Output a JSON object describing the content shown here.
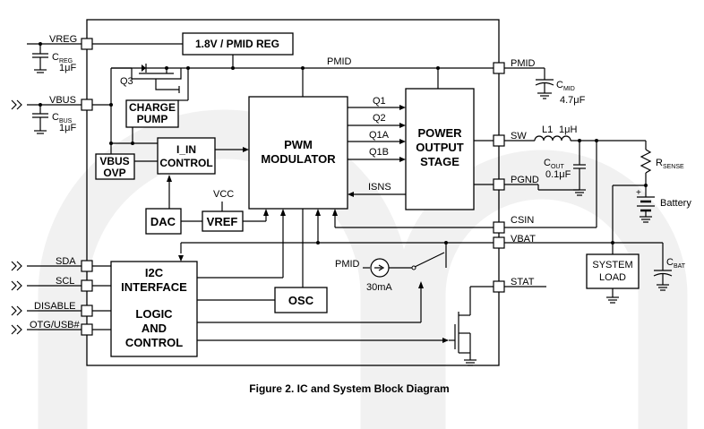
{
  "colors": {
    "line": "#000000",
    "background": "#ffffff",
    "watermark": "#f1f1f1"
  },
  "blocks": {
    "reg": "1.8V / PMID REG",
    "charge_pump_1": "CHARGE",
    "charge_pump_2": "PUMP",
    "vbus_ovp_1": "VBUS",
    "vbus_ovp_2": "OVP",
    "i_in_1": "I_IN",
    "i_in_2": "CONTROL",
    "pwm_1": "PWM",
    "pwm_2": "MODULATOR",
    "power_1": "POWER",
    "power_2": "OUTPUT",
    "power_3": "STAGE",
    "dac": "DAC",
    "vref": "VREF",
    "vcc": "VCC",
    "osc": "OSC",
    "i2c_1": "I2C",
    "i2c_2": "INTERFACE",
    "logic_1": "LOGIC",
    "logic_2": "AND",
    "logic_3": "CONTROL",
    "system_load_1": "SYSTEM",
    "system_load_2": "LOAD",
    "battery": "Battery"
  },
  "pins_left": {
    "vreg": "VREG",
    "vbus": "VBUS",
    "sda": "SDA",
    "scl": "SCL",
    "disable": "DISABLE",
    "otg": "OTG/USB#"
  },
  "pins_right": {
    "pmid": "PMID",
    "sw": "SW",
    "pgnd": "PGND",
    "csin": "CSIN",
    "vbat": "VBAT",
    "stat": "STAT"
  },
  "signals": {
    "pmid_bus": "PMID",
    "q1": "Q1",
    "q2": "Q2",
    "q1a": "Q1A",
    "q1b": "Q1B",
    "isns": "ISNS",
    "q3": "Q3",
    "pmid_src": "PMID",
    "current": "30mA"
  },
  "components": {
    "c_reg": {
      "name": "C",
      "sub": "REG",
      "value": "1μF"
    },
    "c_bus": {
      "name": "C",
      "sub": "BUS",
      "value": "1μF"
    },
    "c_mid": {
      "name": "C",
      "sub": "MID",
      "value": "4.7μF"
    },
    "l1": {
      "name": "L1",
      "value": "1μH"
    },
    "c_out": {
      "name": "C",
      "sub": "OUT",
      "value": "0.1μF"
    },
    "r_sense": {
      "name": "R",
      "sub": "SENSE"
    },
    "c_bat": {
      "name": "C",
      "sub": "BAT"
    }
  },
  "caption": "Figure 2.  IC and System Block Diagram"
}
